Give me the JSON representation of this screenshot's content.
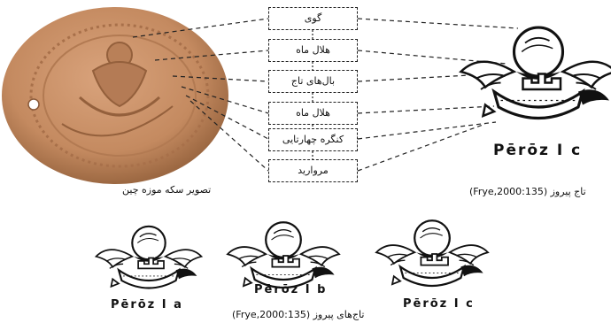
{
  "labels": [
    "گوی",
    "هلال ماه",
    "بال‌های تاج",
    "هلال ماه",
    "کنگره چهارتایی",
    "مروارید"
  ],
  "coin_caption": "تصویر سکه موزه چین",
  "crown_main_title": "Pērōz I c",
  "crown_main_caption": "تاج پیروز (Frye,2000:135)",
  "bottom_crowns": [
    "Pērōz I a",
    "Pērōz I b",
    "Pērōz I c"
  ],
  "bottom_caption": "تاج‌های پیروز (Frye,2000:135)",
  "colors": {
    "coin": "#c9926a",
    "coin_dark": "#a8704a",
    "line": "#222222"
  }
}
